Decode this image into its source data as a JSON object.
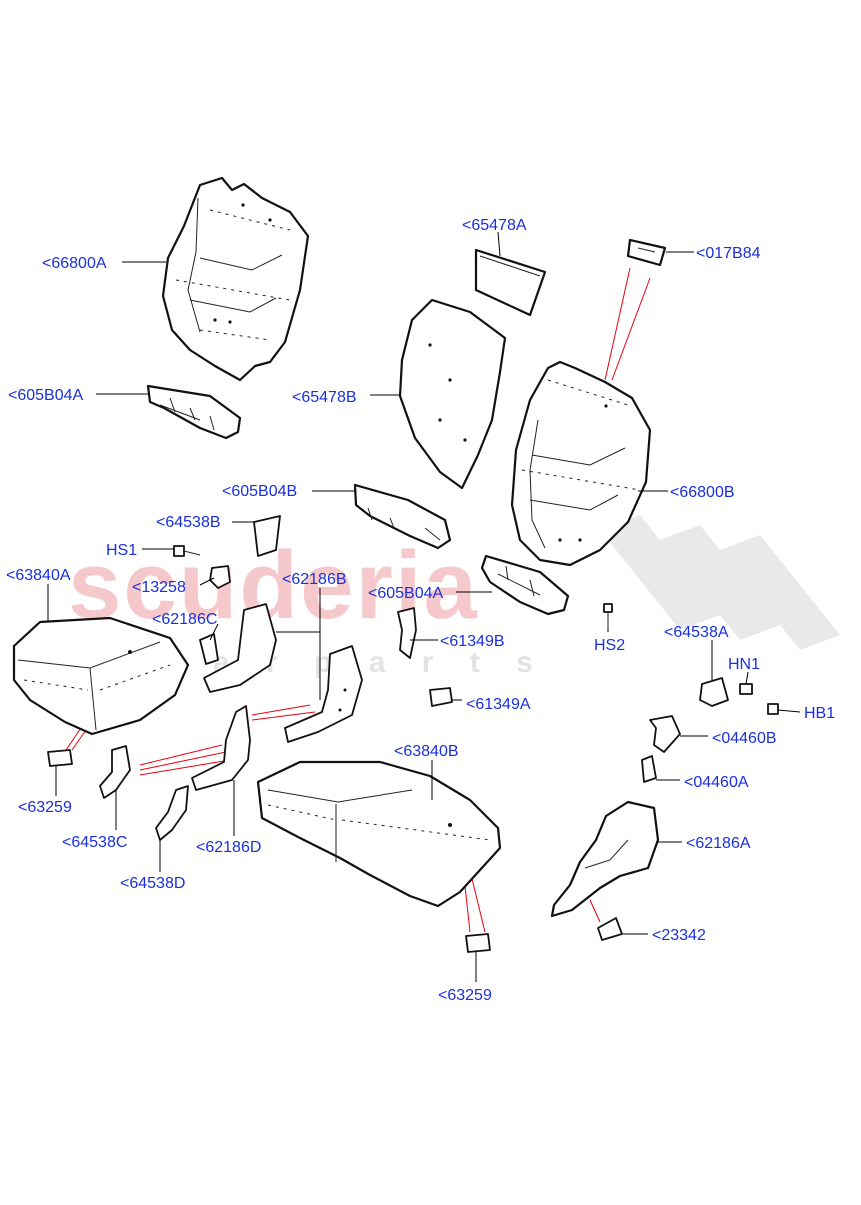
{
  "watermark": {
    "brand": "scuderia",
    "sub": "c a r   p a r t s",
    "color": "#f5c9cc"
  },
  "colors": {
    "callout": "#1a2fe0",
    "leader": "#000000",
    "redline": "#e8000f"
  },
  "callouts": [
    {
      "id": "66800A",
      "text": "<66800A"
    },
    {
      "id": "605B04A_l",
      "text": "<605B04A"
    },
    {
      "id": "65478A",
      "text": "<65478A"
    },
    {
      "id": "017B84",
      "text": "<017B84"
    },
    {
      "id": "65478B",
      "text": "<65478B"
    },
    {
      "id": "66800B",
      "text": "<66800B"
    },
    {
      "id": "605B04B",
      "text": "<605B04B"
    },
    {
      "id": "64538B",
      "text": "<64538B"
    },
    {
      "id": "HS1",
      "text": "HS1"
    },
    {
      "id": "13258",
      "text": "<13258"
    },
    {
      "id": "63840A",
      "text": "<63840A"
    },
    {
      "id": "62186B",
      "text": "<62186B"
    },
    {
      "id": "605B04A_r",
      "text": "<605B04A"
    },
    {
      "id": "62186C",
      "text": "<62186C"
    },
    {
      "id": "61349B",
      "text": "<61349B"
    },
    {
      "id": "HS2",
      "text": "HS2"
    },
    {
      "id": "64538A",
      "text": "<64538A"
    },
    {
      "id": "HN1",
      "text": "HN1"
    },
    {
      "id": "61349A",
      "text": "<61349A"
    },
    {
      "id": "HB1",
      "text": "HB1"
    },
    {
      "id": "04460B",
      "text": "<04460B"
    },
    {
      "id": "63840B",
      "text": "<63840B"
    },
    {
      "id": "04460A",
      "text": "<04460A"
    },
    {
      "id": "63259_l",
      "text": "<63259"
    },
    {
      "id": "64538C",
      "text": "<64538C"
    },
    {
      "id": "62186D",
      "text": "<62186D"
    },
    {
      "id": "62186A",
      "text": "<62186A"
    },
    {
      "id": "64538D",
      "text": "<64538D"
    },
    {
      "id": "23342",
      "text": "<23342"
    },
    {
      "id": "63259_b",
      "text": "<63259"
    }
  ]
}
